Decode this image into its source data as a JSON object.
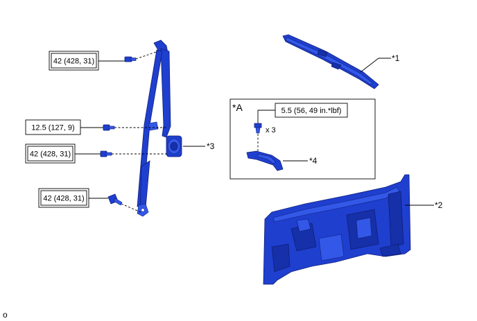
{
  "torque_labels": {
    "t1": "42 (428, 31)",
    "t2": "12.5 (127, 9)",
    "t3": "42 (428, 31)",
    "t4": "42 (428, 31)",
    "t5": "5.5 (56, 49 in.*lbf)"
  },
  "callouts": {
    "c1": "*1",
    "c2": "*2",
    "c3": "*3",
    "c4": "*4",
    "cA": "*A"
  },
  "quantity": "x 3",
  "footer_mark": "o",
  "colors": {
    "part_blue": "#1f3fcf",
    "outline": "#0f1f7a"
  }
}
